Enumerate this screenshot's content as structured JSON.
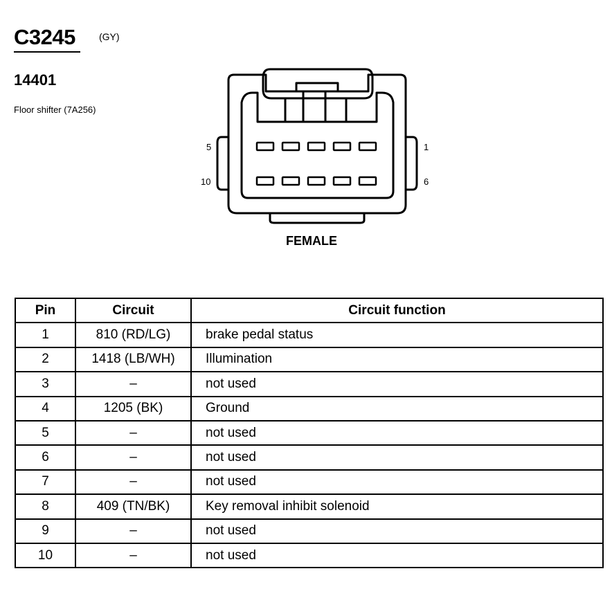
{
  "header": {
    "connector_id": "C3245",
    "color_code": "(GY)",
    "part_number": "14401",
    "component": "Floor shifter (7A256)"
  },
  "diagram": {
    "view": "FEMALE",
    "pin_labels": {
      "top_left": "5",
      "top_right": "1",
      "bottom_left": "10",
      "bottom_right": "6"
    }
  },
  "table": {
    "headers": [
      "Pin",
      "Circuit",
      "Circuit function"
    ],
    "rows": [
      {
        "pin": "1",
        "circuit": "810 (RD/LG)",
        "function": "brake pedal status"
      },
      {
        "pin": "2",
        "circuit": "1418 (LB/WH)",
        "function": "Illumination"
      },
      {
        "pin": "3",
        "circuit": "–",
        "function": "not used"
      },
      {
        "pin": "4",
        "circuit": "1205 (BK)",
        "function": "Ground"
      },
      {
        "pin": "5",
        "circuit": "–",
        "function": "not used"
      },
      {
        "pin": "6",
        "circuit": "–",
        "function": "not used"
      },
      {
        "pin": "7",
        "circuit": "–",
        "function": "not used"
      },
      {
        "pin": "8",
        "circuit": "409 (TN/BK)",
        "function": "Key removal inhibit solenoid"
      },
      {
        "pin": "9",
        "circuit": "–",
        "function": "not used"
      },
      {
        "pin": "10",
        "circuit": "–",
        "function": "not used"
      }
    ]
  }
}
